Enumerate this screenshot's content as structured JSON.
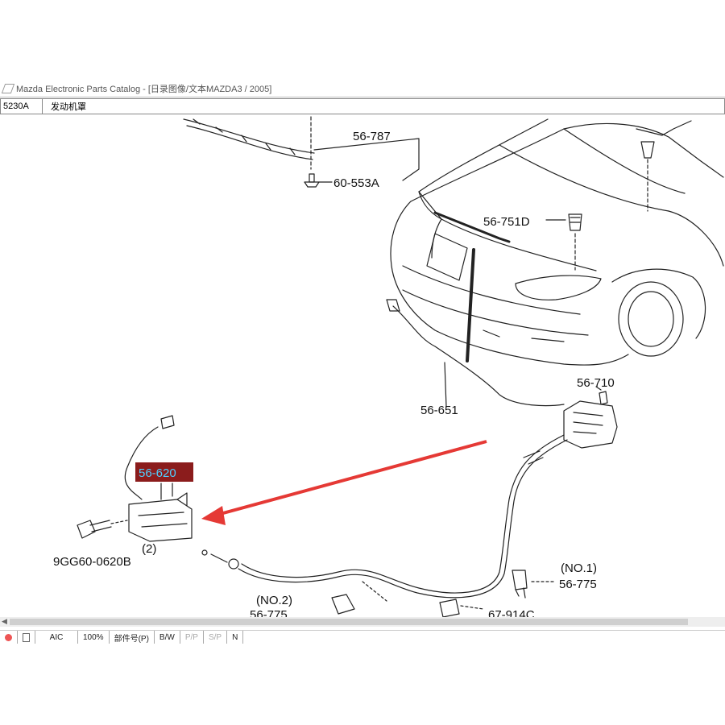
{
  "window": {
    "title": "Mazda Electronic Parts Catalog - [日录图像/文本MAZDA3 / 2005]"
  },
  "section": {
    "code": "5230A",
    "name": "发动机罩"
  },
  "diagram": {
    "labels": {
      "l56787": "56-787",
      "l60553a": "60-553A",
      "l56751d": "56-751D",
      "l56651": "56-651",
      "l56710": "56-710",
      "l56620": "56-620",
      "l2": "(2)",
      "l9gg": "9GG60-0620B",
      "l_no1": "(NO.1)",
      "l56775a": "56-775",
      "l_no2": "(NO.2)",
      "l56775b": "56-775",
      "l67914c": "67-914C"
    },
    "highlight_color": "#8b1c1c",
    "highlight_text_color": "#4fd0ff",
    "arrow_color": "#e53935"
  },
  "statusbar": {
    "mode": "AIC",
    "zoom": "100%",
    "part_no": "部件号(P)",
    "b1": "B/W",
    "b2": "P/P",
    "b3": "S/P",
    "b4": "N"
  }
}
